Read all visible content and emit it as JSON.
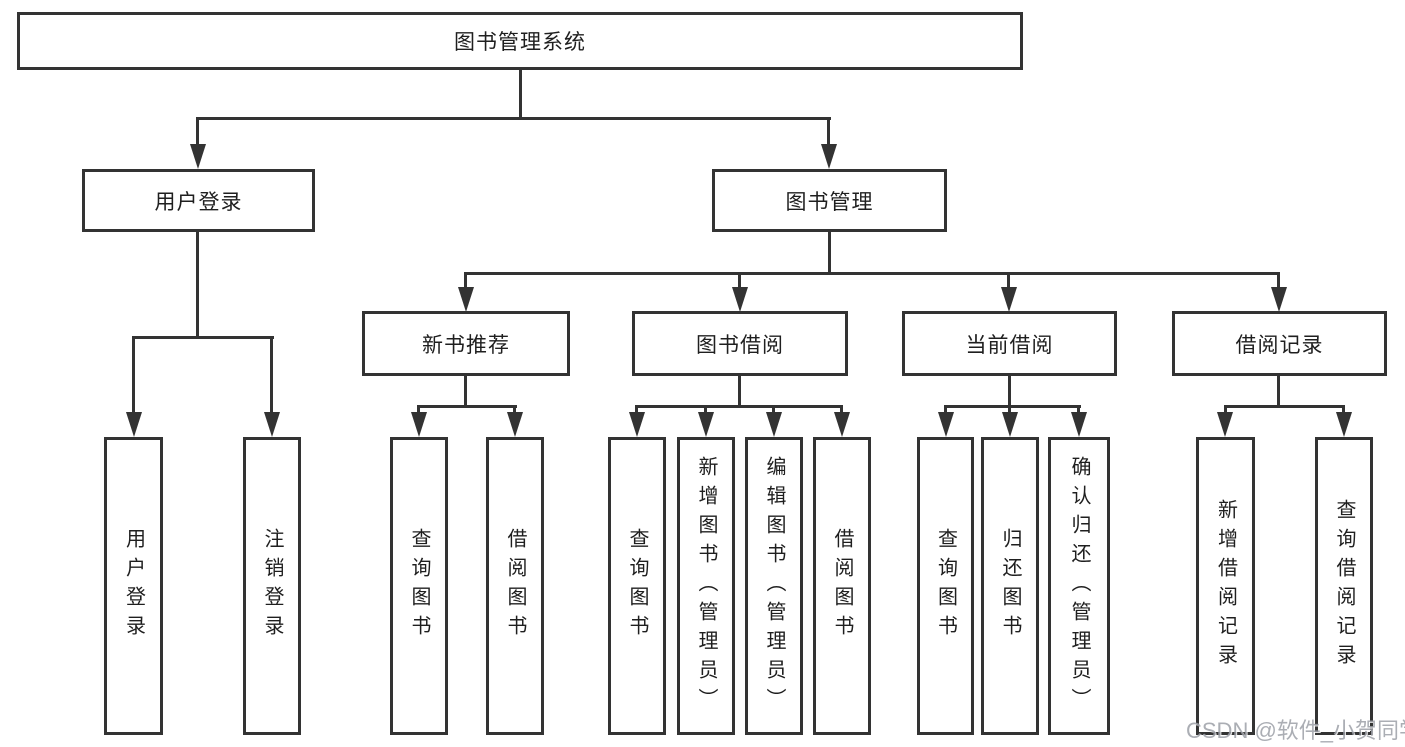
{
  "title": "图书管理系统",
  "watermark": {
    "text": "CSDN @软件_小贺同学"
  },
  "colors": {
    "line": "#333333",
    "box_border": "#333333",
    "text": "#1f1f1f",
    "background": "#ffffff",
    "watermark": "#9da0a8"
  },
  "tree": {
    "label": "图书管理系统",
    "children": [
      {
        "label": "用户登录",
        "children": [
          {
            "label": "用户登录"
          },
          {
            "label": "注销登录"
          }
        ]
      },
      {
        "label": "图书管理",
        "children": [
          {
            "label": "新书推荐",
            "children": [
              {
                "label": "查询图书"
              },
              {
                "label": "借阅图书"
              }
            ]
          },
          {
            "label": "图书借阅",
            "children": [
              {
                "label": "查询图书"
              },
              {
                "label": "新增图书（管理员）"
              },
              {
                "label": "编辑图书（管理员）"
              },
              {
                "label": "借阅图书"
              }
            ]
          },
          {
            "label": "当前借阅",
            "children": [
              {
                "label": "查询图书"
              },
              {
                "label": "归还图书"
              },
              {
                "label": "确认归还（管理员）"
              }
            ]
          },
          {
            "label": "借阅记录",
            "children": [
              {
                "label": "新增借阅记录"
              },
              {
                "label": "查询借阅记录"
              }
            ]
          }
        ]
      }
    ]
  }
}
